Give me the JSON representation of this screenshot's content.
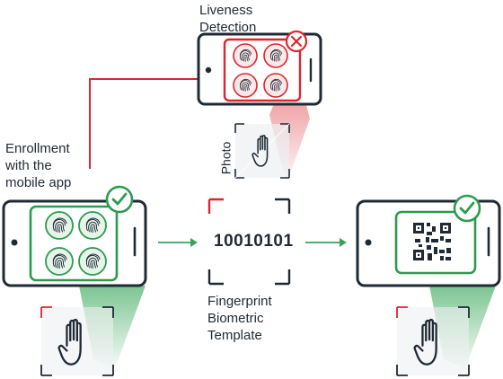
{
  "labels": {
    "liveness": [
      "Liveness",
      "Detection"
    ],
    "enrollment": [
      "Enrollment",
      "with the",
      "mobile app"
    ],
    "photo": "Photo",
    "binary": "10010101",
    "template": [
      "Fingerprint",
      "Biometric",
      "Template"
    ]
  },
  "colors": {
    "dark": "#1f2a35",
    "red": "#d9272e",
    "green": "#2e9a4e",
    "arrow_green": "#3aa35a"
  },
  "icons": {
    "fail": "x-circle-icon",
    "success": "check-circle-icon",
    "fingerprint": "fingerprint-icon",
    "hand": "hand-icon",
    "qr": "qr-code-icon"
  }
}
